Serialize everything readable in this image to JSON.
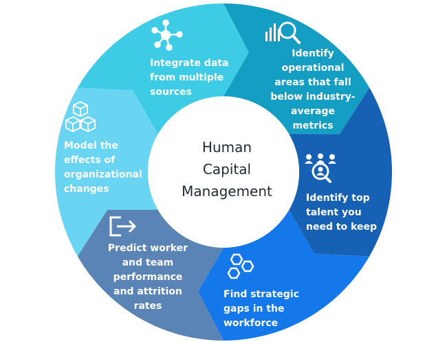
{
  "center": {
    "title": "Human\nCapital\nManagement",
    "color": "#1e2a38"
  },
  "segments": [
    {
      "id": "integrate",
      "label": "Integrate data\nfrom multiple\nsources",
      "color": "#6ad5f2",
      "icon": "network-nodes-icon"
    },
    {
      "id": "identify-operational",
      "label": "Identify\noperational\nareas that fall\nbelow industry-\naverage\nmetrics",
      "color": "#3ecbe6",
      "icon": "bar-chart-search-icon"
    },
    {
      "id": "identify-talent",
      "label": "Identify top\ntalent you\nneed to keep",
      "color": "#159ec3",
      "icon": "talent-search-icon"
    },
    {
      "id": "strategic-gaps",
      "label": "Find strategic\ngaps in the\nworkforce",
      "color": "#1661b4",
      "icon": "hexagons-icon"
    },
    {
      "id": "predict",
      "label": "Predict worker\nand team\nperformance\nand attrition\nrates",
      "color": "#1477ea",
      "icon": "exit-arrow-icon"
    },
    {
      "id": "model",
      "label": "Model the\neffects of\norganizational\nchanges",
      "color": "#5a84b5",
      "icon": "stacked-cubes-icon"
    }
  ]
}
